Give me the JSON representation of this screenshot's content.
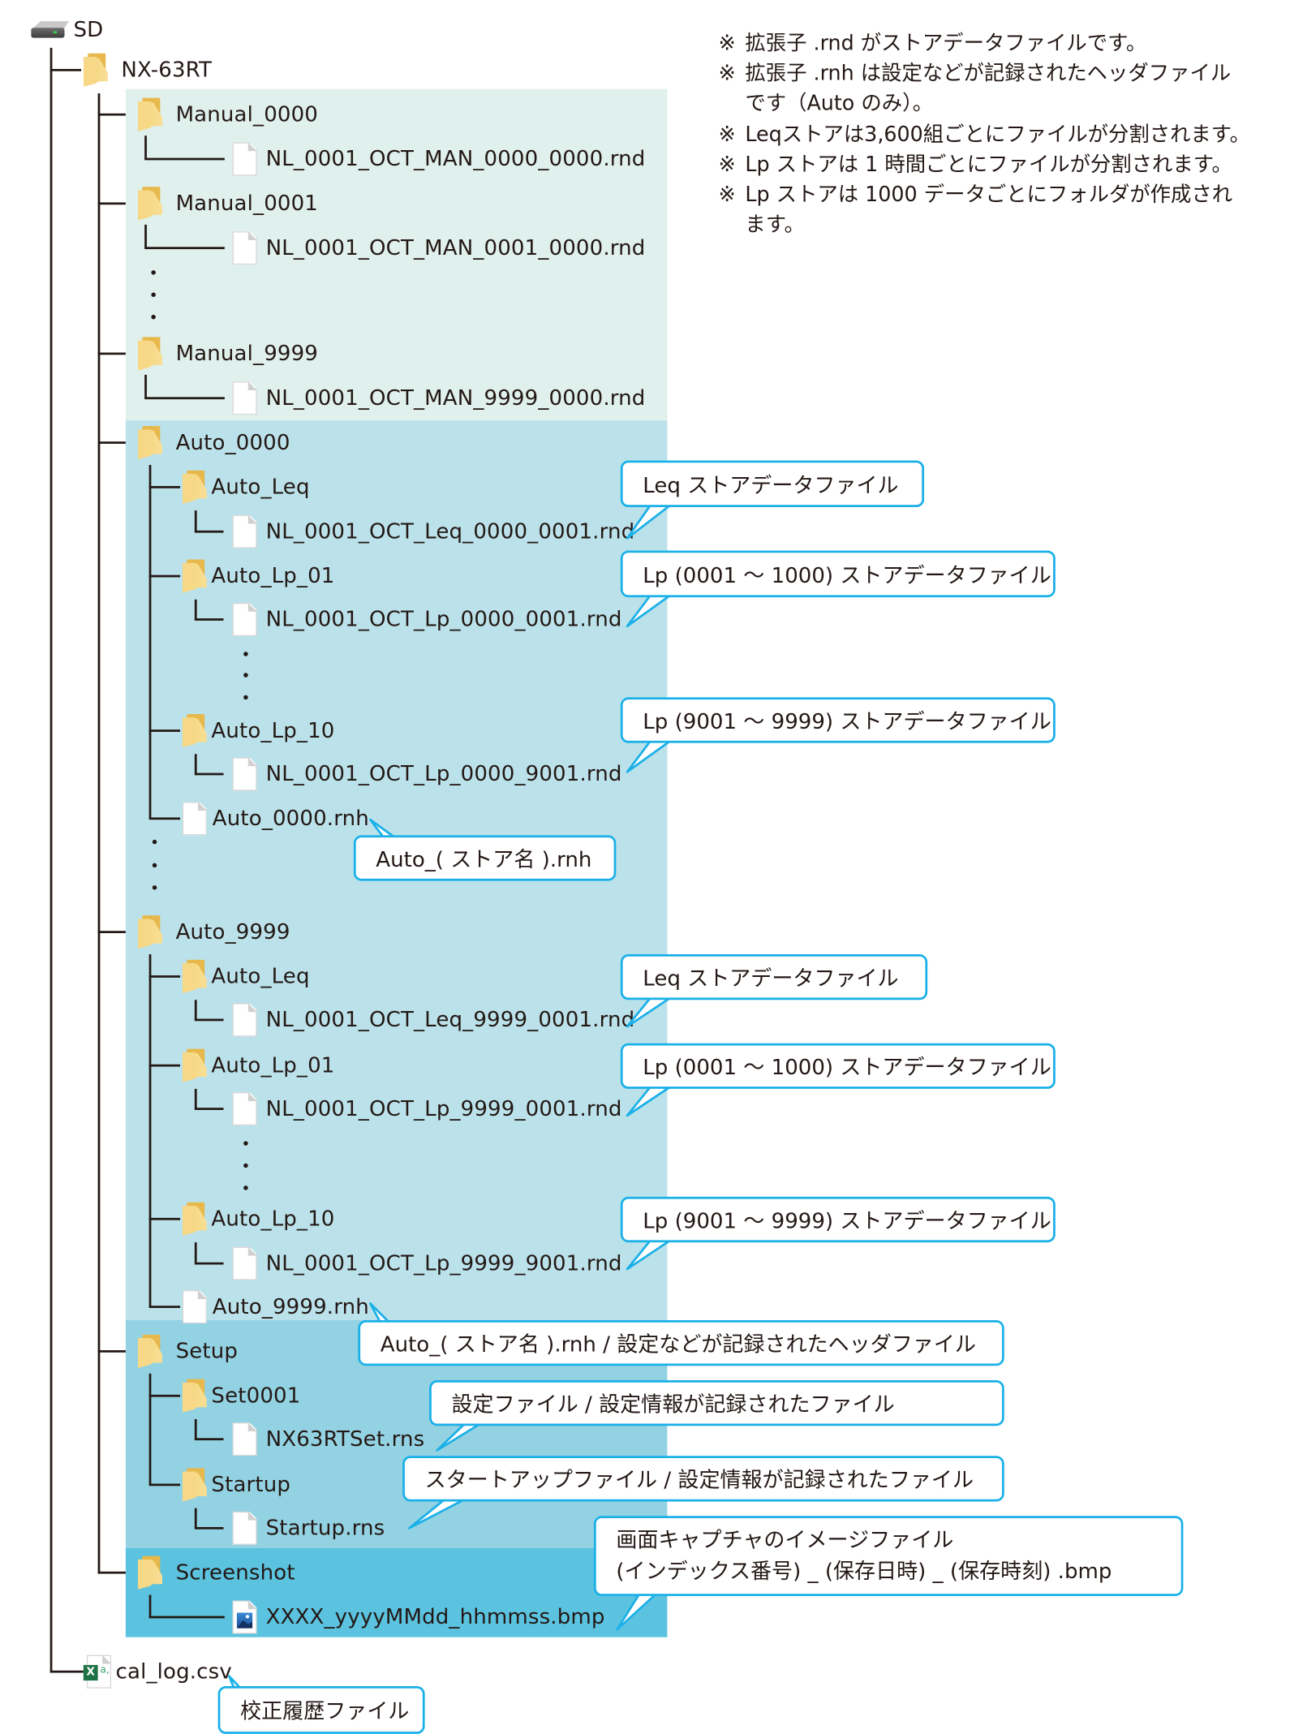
{
  "root": {
    "label": "SD",
    "icon": "sd-card-icon"
  },
  "device_folder": {
    "label": "NX-63RT",
    "icon": "folder-icon"
  },
  "colors": {
    "manual_panel": "#e0f0ec",
    "auto_panel": "#bbe2ea",
    "setup_panel": "#93d2e2",
    "screenshot_panel": "#5bc3df",
    "callout_border": "#1ab0e8",
    "folder": "#f6d887"
  },
  "manual": [
    {
      "folder": "Manual_0000",
      "file": "NL_0001_OCT_MAN_0000_0000.rnd"
    },
    {
      "folder": "Manual_0001",
      "file": "NL_0001_OCT_MAN_0001_0000.rnd"
    },
    {
      "folder": "Manual_9999",
      "file": "NL_0001_OCT_MAN_9999_0000.rnd"
    }
  ],
  "auto": [
    {
      "folder": "Auto_0000",
      "leq_folder": "Auto_Leq",
      "leq_file": "NL_0001_OCT_Leq_0000_0001.rnd",
      "lp01_folder": "Auto_Lp_01",
      "lp01_file": "NL_0001_OCT_Lp_0000_0001.rnd",
      "lp10_folder": "Auto_Lp_10",
      "lp10_file": "NL_0001_OCT_Lp_0000_9001.rnd",
      "header_file": "Auto_0000.rnh"
    },
    {
      "folder": "Auto_9999",
      "leq_folder": "Auto_Leq",
      "leq_file": "NL_0001_OCT_Leq_9999_0001.rnd",
      "lp01_folder": "Auto_Lp_01",
      "lp01_file": "NL_0001_OCT_Lp_9999_0001.rnd",
      "lp10_folder": "Auto_Lp_10",
      "lp10_file": "NL_0001_OCT_Lp_9999_9001.rnd",
      "header_file": "Auto_9999.rnh"
    }
  ],
  "setup": {
    "folder": "Setup",
    "set_folder": "Set0001",
    "set_file": "NX63RTSet.rns",
    "startup_folder": "Startup",
    "startup_file": "Startup.rns"
  },
  "screenshot": {
    "folder": "Screenshot",
    "file": "XXXX_yyyyMMdd_hhmmss.bmp"
  },
  "cal_log": {
    "file": "cal_log.csv",
    "icon": "excel-csv-icon"
  },
  "callouts": {
    "leq": "Leq ストアデータファイル",
    "lp01": "Lp (0001 ～ 1000) ストアデータファイル",
    "lp10": "Lp (9001 ～ 9999) ストアデータファイル",
    "rnh_short": "Auto_( ストア名 ).rnh",
    "rnh_long": "Auto_( ストア名 ).rnh / 設定などが記録されたヘッダファイル",
    "set_file": "設定ファイル / 設定情報が記録されたファイル",
    "startup_file": "スタートアップファイル / 設定情報が記録されたファイル",
    "screenshot_line1": "画面キャプチャのイメージファイル",
    "screenshot_line2": "(インデックス番号) _ (保存日時) _ (保存時刻) .bmp",
    "cal_log": "校正履歴ファイル"
  },
  "notes": {
    "mark": "※",
    "items": [
      {
        "line1": "拡張子 .rnd がストアデータファイルです。"
      },
      {
        "line1": "拡張子 .rnh は設定などが記録されたヘッダファイル",
        "line2": "です（Auto のみ）。"
      },
      {
        "line1": "Leqストアは3,600組ごとにファイルが分割されます。"
      },
      {
        "line1": "Lp ストアは 1 時間ごとにファイルが分割されます。"
      },
      {
        "line1": "Lp ストアは 1000 データごとにフォルダが作成され",
        "line2": "ます。"
      }
    ]
  }
}
